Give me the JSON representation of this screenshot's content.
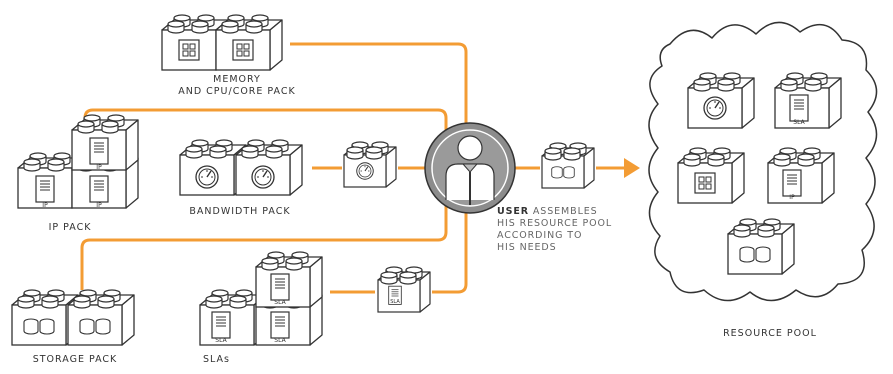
{
  "labels": {
    "memory_line1": "MEMORY",
    "memory_line2": "AND CPU/CORE PACK",
    "ip_pack": "IP PACK",
    "bandwidth_pack": "BANDWIDTH PACK",
    "storage_pack": "STORAGE PACK",
    "slas": "SLAs",
    "resource_pool": "RESOURCE POOL"
  },
  "user_caption": {
    "bold": "USER",
    "line1": " ASSEMBLES",
    "line2": "HIS RESOURCE POOL",
    "line3": "ACCORDING TO",
    "line4": "HIS NEEDS"
  },
  "brick_tags": {
    "ip": "IP",
    "sla": "SLA"
  },
  "colors": {
    "connector": "#f39c34",
    "outline": "#333333"
  }
}
